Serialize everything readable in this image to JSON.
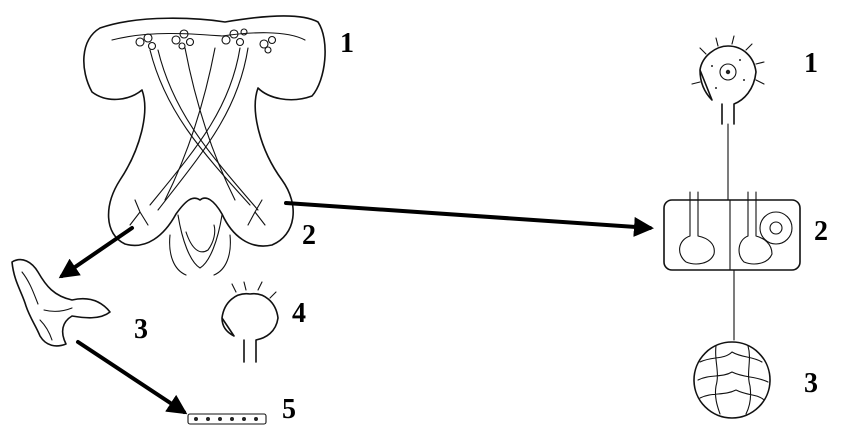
{
  "figure": {
    "left_labels": [
      "1",
      "2",
      "3",
      "4",
      "5"
    ],
    "right_labels": [
      "1",
      "2",
      "3"
    ]
  }
}
